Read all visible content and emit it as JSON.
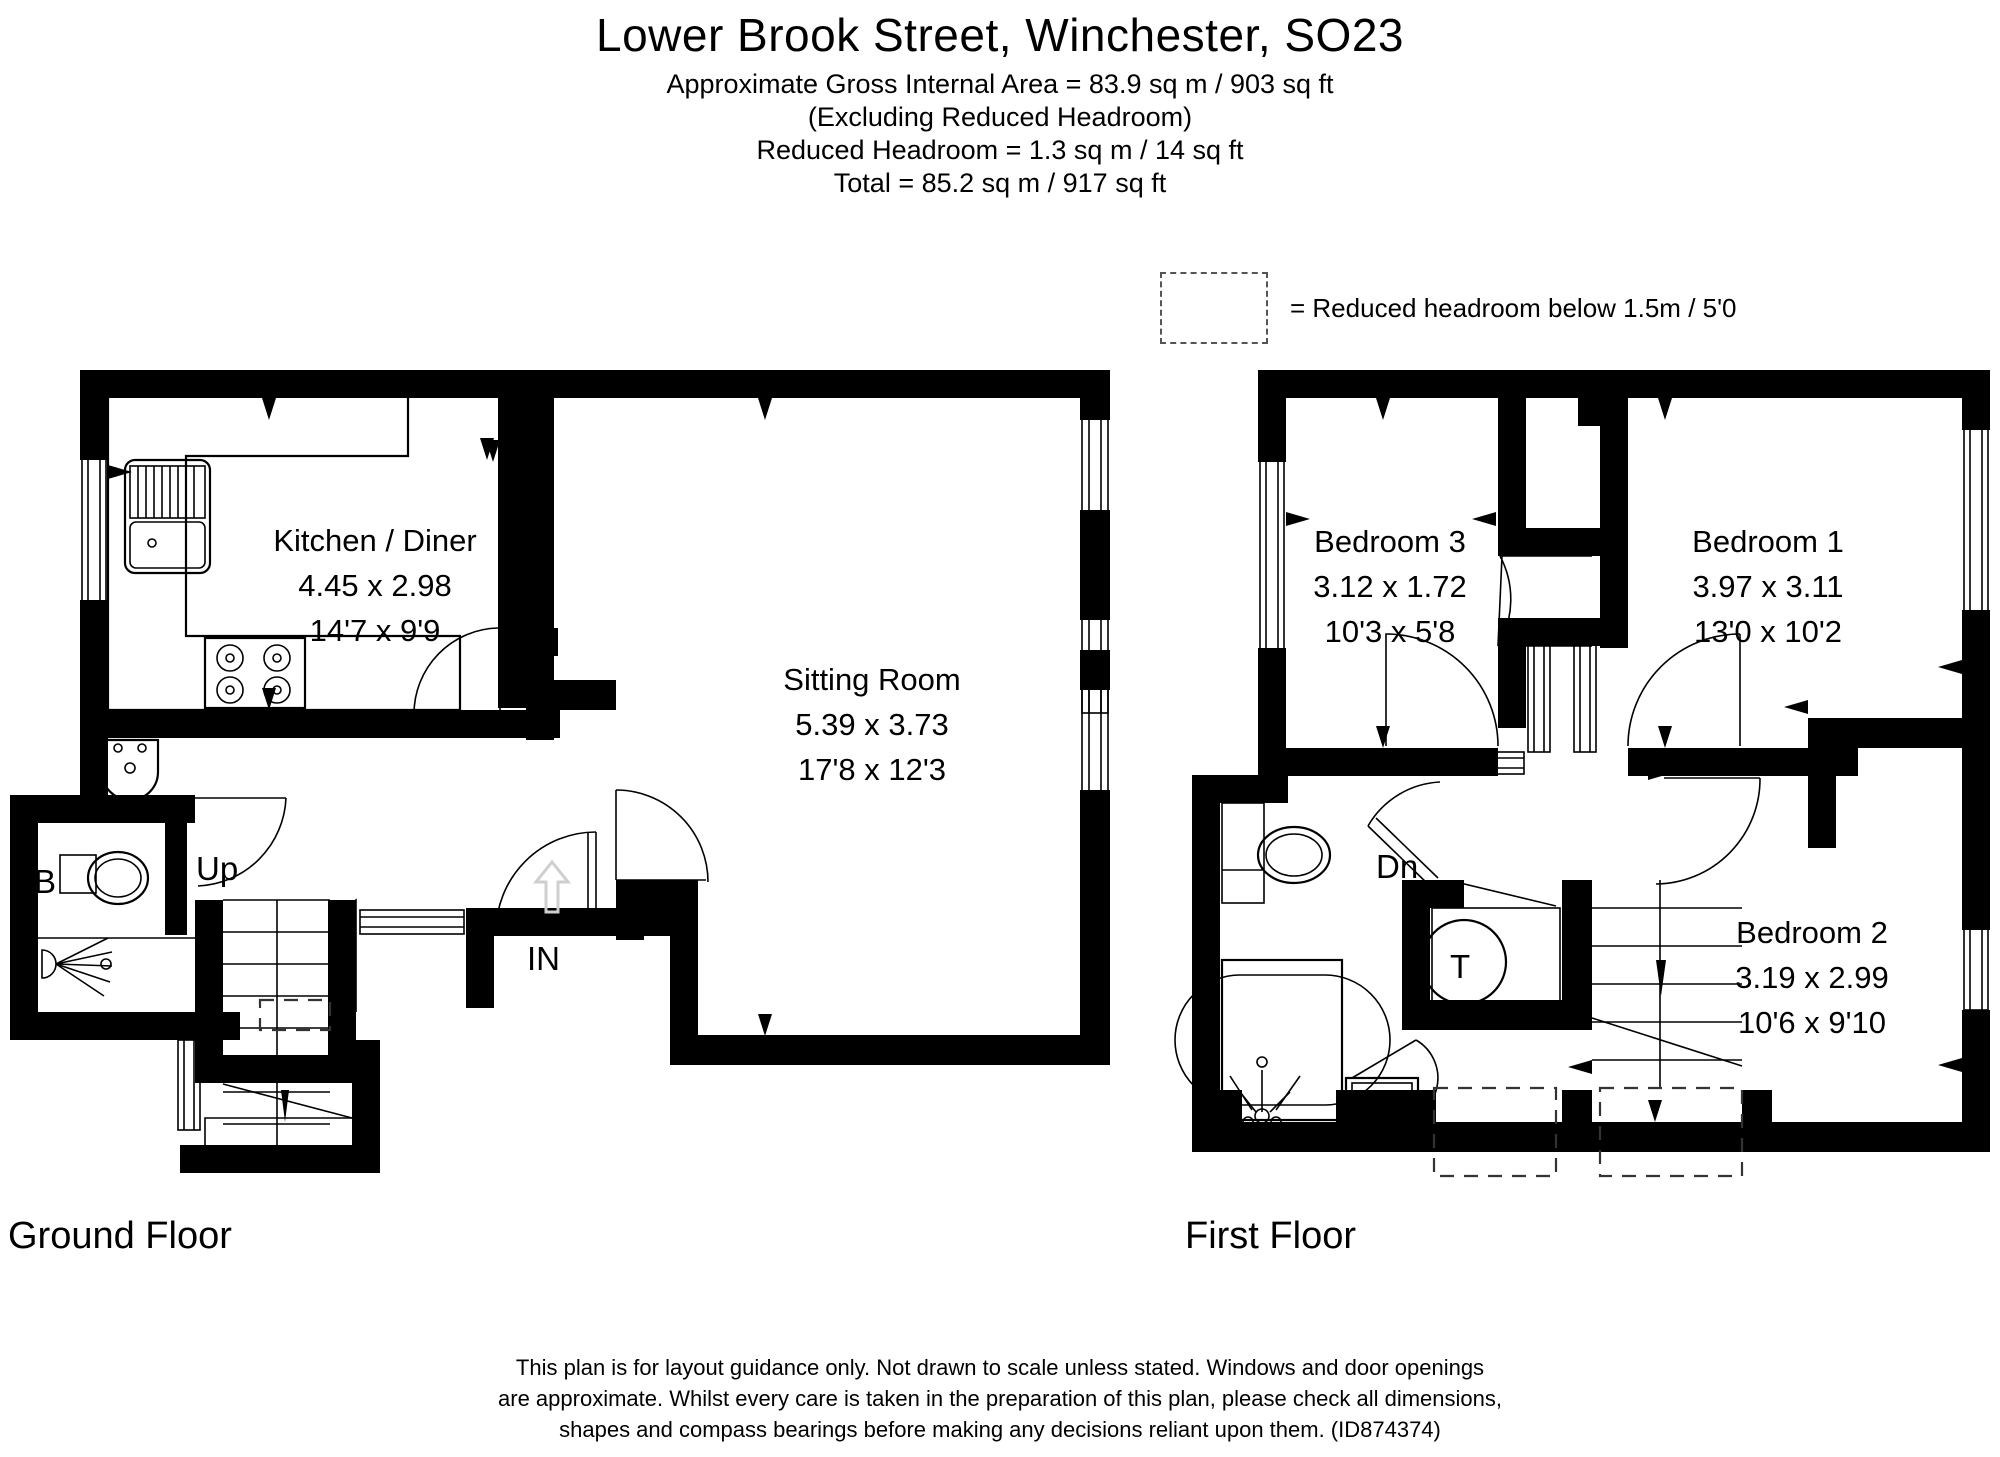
{
  "header": {
    "title": "Lower Brook Street, Winchester, SO23",
    "lines": [
      "Approximate Gross Internal Area = 83.9 sq m / 903 sq ft",
      "(Excluding Reduced Headroom)",
      "Reduced Headroom = 1.3 sq m / 14 sq ft",
      "Total = 85.2 sq m / 917 sq ft"
    ],
    "area_sq_m": "83.9",
    "area_sq_ft": "903",
    "reduced_headroom_sq_m": "1.3",
    "reduced_headroom_sq_ft": "14",
    "total_sq_m": "85.2",
    "total_sq_ft": "917"
  },
  "legend": {
    "label": "= Reduced headroom below 1.5m / 5'0",
    "swatch": "dashed-rectangle"
  },
  "floors": [
    {
      "name": "Ground Floor",
      "rooms": [
        {
          "name": "Kitchen / Diner",
          "metric": "4.45 x 2.98",
          "imperial": "14'7 x 9'9"
        },
        {
          "name": "Sitting Room",
          "metric": "5.39 x 3.73",
          "imperial": "17'8 x 12'3"
        }
      ],
      "markers": [
        {
          "key": "up",
          "label": "Up"
        },
        {
          "key": "in",
          "label": "IN"
        },
        {
          "key": "b",
          "label": "B"
        }
      ]
    },
    {
      "name": "First Floor",
      "rooms": [
        {
          "name": "Bedroom 3",
          "metric": "3.12 x 1.72",
          "imperial": "10'3 x 5'8"
        },
        {
          "name": "Bedroom 1",
          "metric": "3.97 x 3.11",
          "imperial": "13'0 x 10'2"
        },
        {
          "name": "Bedroom 2",
          "metric": "3.19 x 2.99",
          "imperial": "10'6 x 9'10"
        }
      ],
      "markers": [
        {
          "key": "dn",
          "label": "Dn"
        },
        {
          "key": "t",
          "label": "T"
        }
      ]
    }
  ],
  "footer": {
    "lines": [
      "This plan is for layout guidance only. Not drawn to scale unless stated. Windows and door openings",
      "are approximate. Whilst every care is taken in the preparation of this plan, please check all dimensions,",
      "shapes and compass bearings before making any decisions reliant upon them. (ID874374)"
    ],
    "plan_id": "ID874374"
  },
  "colors": {
    "wall": "#000000",
    "background": "#ffffff",
    "fixture_line": "#000000",
    "headroom_dash": "#333333",
    "in_arrow": "#cfcfcf"
  }
}
